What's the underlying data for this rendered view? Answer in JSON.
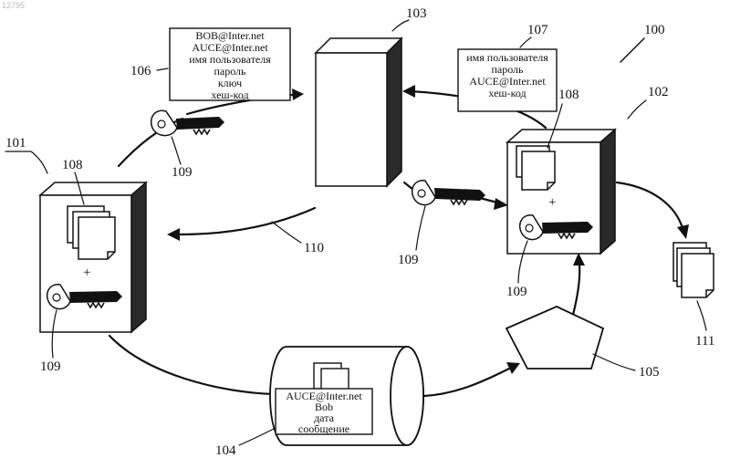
{
  "watermark": "12795",
  "labels": {
    "system": "100",
    "client_a": "101",
    "client_b": "102",
    "server": "103",
    "storage": "104",
    "pentagon": "105",
    "box_106": "106",
    "box_107": "107",
    "doc_a": "108",
    "doc_b": "108",
    "key_106": "109",
    "key_a": "109",
    "key_mid": "109",
    "key_b": "109",
    "arrow_return": "110",
    "output_docs": "111"
  },
  "box_106_lines": [
    "BOB@Inter.net",
    "AUCE@Inter.net",
    "имя пользователя",
    "пароль",
    "ключ",
    "хеш-код"
  ],
  "box_107_lines": [
    "имя пользователя",
    "пароль",
    "AUCE@Inter.net",
    "хеш-код"
  ],
  "cylinder_lines": [
    "AUCE@Inter.net",
    "Bob",
    "дата",
    "сообщение"
  ],
  "plus_sign": "+"
}
